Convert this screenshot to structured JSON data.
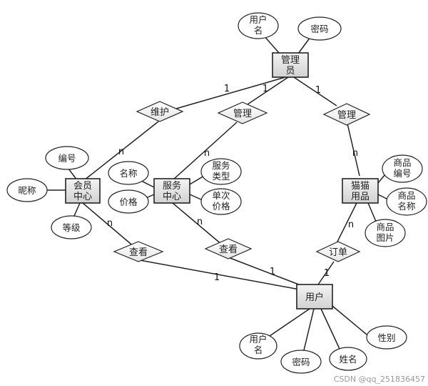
{
  "entities": {
    "admin": [
      "管理",
      "员"
    ],
    "member_center": [
      "会员",
      "中心"
    ],
    "service_center": [
      "服务",
      "中心"
    ],
    "cat_supplies": [
      "猫猫",
      "用品"
    ],
    "user": [
      "用户"
    ]
  },
  "relationships": {
    "maintain": "维护",
    "manage_service": "管理",
    "manage_supplies": "管理",
    "view_member": "查看",
    "view_service": "查看",
    "order": "订单"
  },
  "attributes": {
    "admin_username": [
      "用户",
      "名"
    ],
    "admin_password": [
      "密码"
    ],
    "member_number": [
      "编号"
    ],
    "member_nickname": [
      "昵称"
    ],
    "member_level": [
      "等级"
    ],
    "service_name": [
      "名称"
    ],
    "service_price": [
      "价格"
    ],
    "service_type": [
      "服务",
      "类型"
    ],
    "service_unit_price": [
      "单次",
      "价格"
    ],
    "supplies_number": [
      "商品",
      "编号"
    ],
    "supplies_name": [
      "商品",
      "名称"
    ],
    "supplies_image": [
      "商品",
      "图片"
    ],
    "user_username": [
      "用户",
      "名"
    ],
    "user_password": [
      "密码"
    ],
    "user_name": [
      "姓名"
    ],
    "user_gender": [
      "性别"
    ]
  },
  "cardinalities": {
    "admin_maintain": "1",
    "maintain_member": "n",
    "admin_manage_service": "1",
    "manage_service_center": "n",
    "admin_manage_supplies": "1",
    "manage_supplies_center": "n",
    "member_view": "n",
    "view_user_1": "1",
    "service_view": "n",
    "view_user_2": "1",
    "supplies_order": "n",
    "order_user": "1"
  },
  "watermark": "CSDN @qq_251836457"
}
